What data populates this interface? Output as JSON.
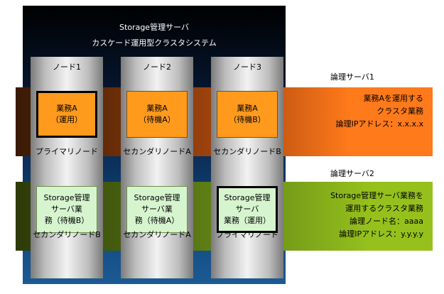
{
  "server": {
    "title": "Storage管理サーバ",
    "subtitle": "カスケード運用型クラスタシステム"
  },
  "nodes": [
    {
      "label": "ノード1"
    },
    {
      "label": "ノード2"
    },
    {
      "label": "ノード3"
    }
  ],
  "logical_servers": [
    {
      "title": "論理サーバ1",
      "description": [
        "業務Aを運用する",
        "クラスタ業務",
        "論理IPアドレス：x.x.x.x"
      ],
      "boxes": [
        {
          "lines": [
            "業務A",
            "（運用）"
          ],
          "active": true
        },
        {
          "lines": [
            "業務A",
            "（待機A）"
          ],
          "active": false
        },
        {
          "lines": [
            "業務A",
            "（待機B）"
          ],
          "active": false
        }
      ],
      "roles": [
        "プライマリノード",
        "セカンダリノードA",
        "セカンダリノードB"
      ]
    },
    {
      "title": "論理サーバ2",
      "description": [
        "Storage管理サーバ業務を",
        "運用するクラスタ業務",
        "論理ノード名：aaaa",
        "論理IPアドレス：y.y.y.y"
      ],
      "boxes": [
        {
          "lines": [
            "Storage管理",
            "サーバ業",
            "務（待機B）"
          ],
          "active": false
        },
        {
          "lines": [
            "Storage管理",
            "サーバ業",
            "務（待機A）"
          ],
          "active": false
        },
        {
          "lines": [
            "Storage管理",
            "サーバ",
            "業務（運用）"
          ],
          "active": true
        }
      ],
      "roles": [
        "セカンダリノードB",
        "セカンダリノードA",
        "プライマリノード"
      ]
    }
  ],
  "colors": {
    "orange_box": "#ff9a1c",
    "green_box": "#d6f5cf",
    "orange_band": "#ff7a1a",
    "green_band": "#96c11c"
  }
}
